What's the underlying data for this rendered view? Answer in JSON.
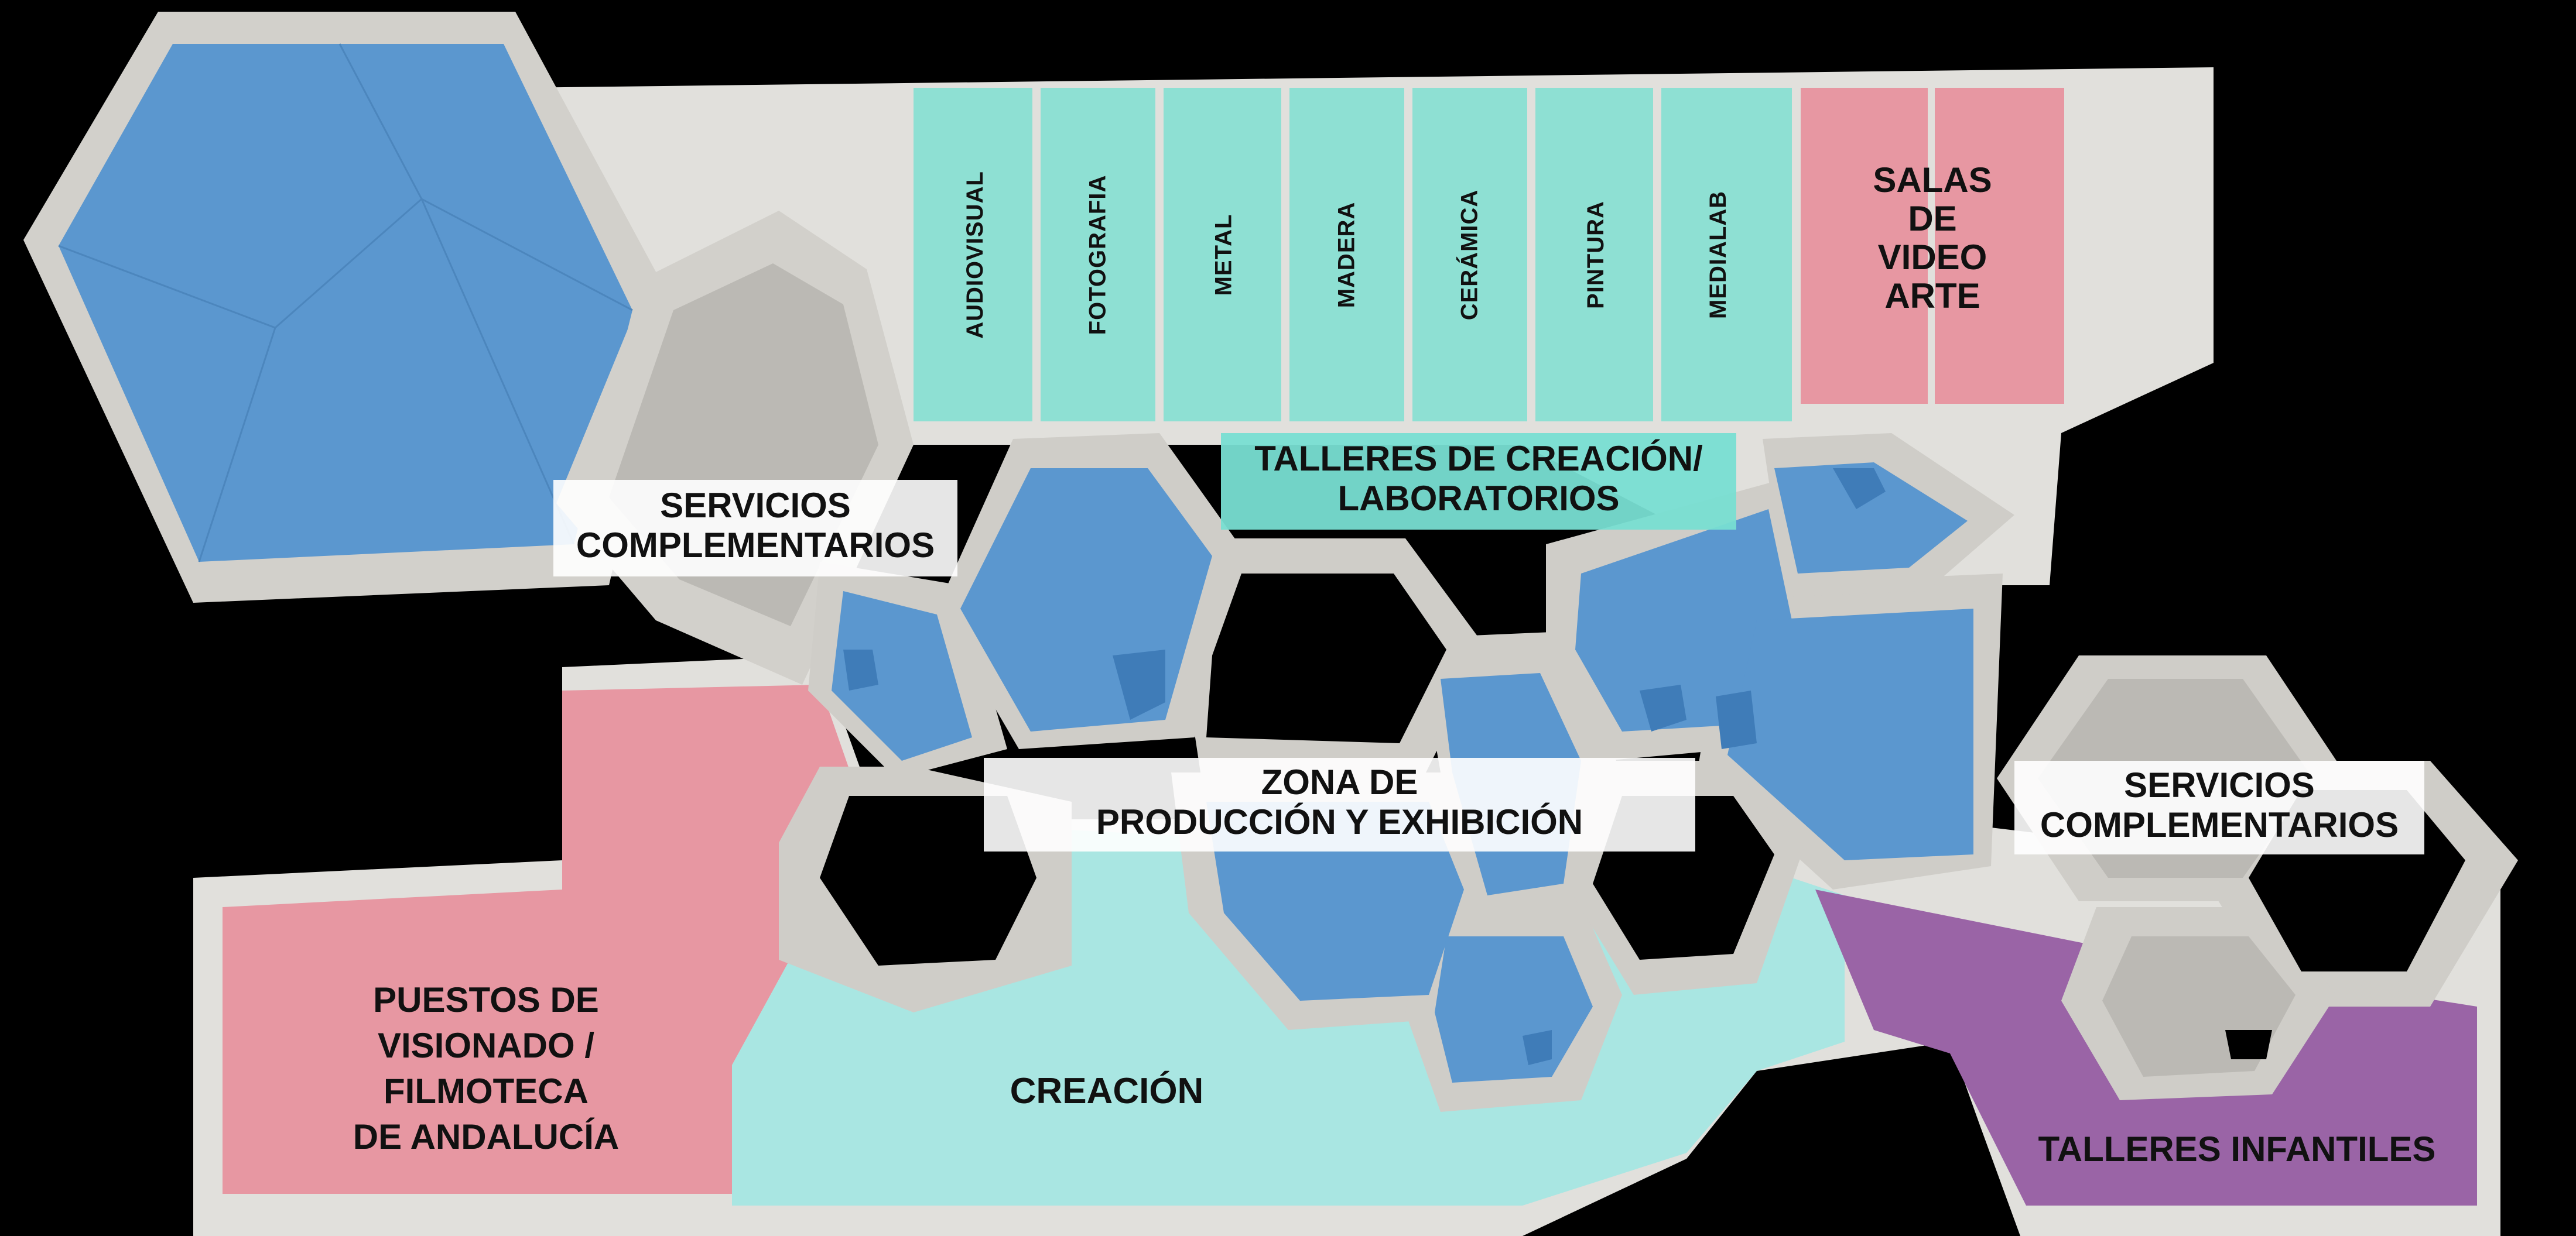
{
  "colors": {
    "background": "#000000",
    "model_grey": "#e1e0dc",
    "wall_grey": "#cfcdc8",
    "blue_volume": "#5b97cf",
    "teal_zone": "#8ee0d3",
    "light_teal_zone": "#a9e6e2",
    "pink_zone": "#e797a2",
    "purple_zone": "#9a64a6",
    "label_box": "#ffffff",
    "text": "#111111"
  },
  "workshops": [
    "AUDIOVISUAL",
    "FOTOGRAFIA",
    "METAL",
    "MADERA",
    "CERÁMICA",
    "PINTURA",
    "MEDIALAB"
  ],
  "video_rooms": [
    "SALAS",
    "DE",
    "VIDEO",
    "ARTE"
  ],
  "labels": {
    "talleres_creacion": [
      "TALLERES DE CREACIÓN/",
      "LABORATORIOS"
    ],
    "servicios_left": [
      "SERVICIOS",
      "COMPLEMENTARIOS"
    ],
    "servicios_right": [
      "SERVICIOS",
      "COMPLEMENTARIOS"
    ],
    "zona_produccion": [
      "ZONA DE",
      "PRODUCCIÓN Y EXHIBICIÓN"
    ],
    "puestos": [
      "PUESTOS DE",
      "VISIONADO /",
      "FILMOTECA",
      "DE ANDALUCÍA"
    ],
    "creacion": "CREACIÓN",
    "talleres_infantiles": "TALLERES INFANTILES"
  }
}
